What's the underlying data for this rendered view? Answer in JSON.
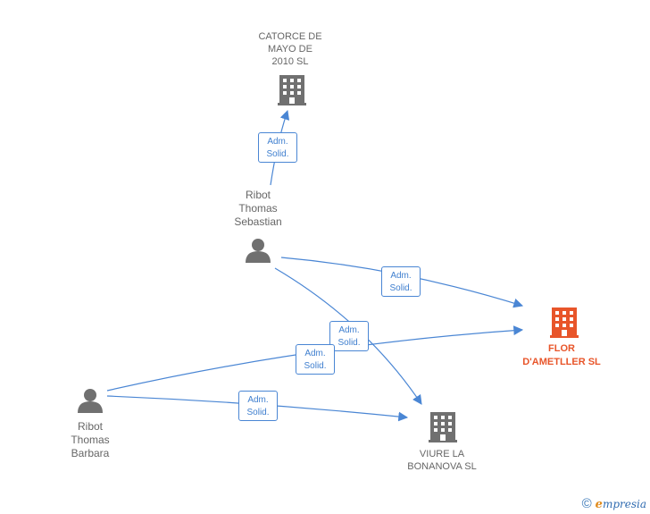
{
  "colors": {
    "edge": "#4a86d4",
    "node_gray": "#707070",
    "focus": "#e8552a"
  },
  "nodes": {
    "catorce": {
      "label": "CATORCE DE\nMAYO DE\n2010 SL",
      "icon": "building-icon"
    },
    "ribot_sebastian": {
      "label": "Ribot\nThomas\nSebastian",
      "icon": "person-icon"
    },
    "flor": {
      "label": "FLOR\nD'AMETLLER SL",
      "icon": "building-icon"
    },
    "ribot_barbara": {
      "label": "Ribot\nThomas\nBarbara",
      "icon": "person-icon"
    },
    "viure": {
      "label": "VIURE LA\nBONANOVA SL",
      "icon": "building-icon"
    }
  },
  "edges": [
    {
      "from": "ribot_sebastian",
      "to": "catorce",
      "label": "Adm.\nSolid."
    },
    {
      "from": "ribot_sebastian",
      "to": "flor",
      "label": "Adm.\nSolid."
    },
    {
      "from": "ribot_sebastian",
      "to": "viure",
      "label": "Adm.\nSolid."
    },
    {
      "from": "ribot_barbara",
      "to": "flor",
      "label": "Adm.\nSolid."
    },
    {
      "from": "ribot_barbara",
      "to": "viure",
      "label": "Adm.\nSolid."
    }
  ],
  "footer": {
    "copyright": "©",
    "brand_initial": "e",
    "brand_rest": "mpresia"
  }
}
